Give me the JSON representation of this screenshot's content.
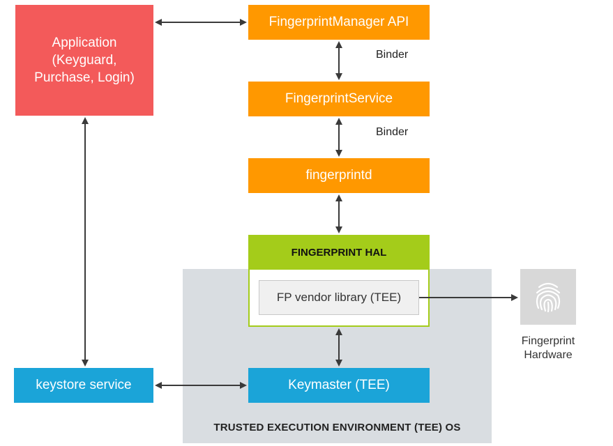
{
  "application": {
    "line1": "Application",
    "line2": "(Keyguard,",
    "line3": "Purchase, Login)"
  },
  "fingerprint_manager_api": "FingerprintManager API",
  "fingerprint_service": "FingerprintService",
  "fingerprintd": "fingerprintd",
  "binder_1": "Binder",
  "binder_2": "Binder",
  "fingerprint_hal": "FINGERPRINT HAL",
  "fp_vendor_library": "FP vendor library (TEE)",
  "keystore_service": "keystore service",
  "keymaster": "Keymaster (TEE)",
  "tee_os_label": "TRUSTED EXECUTION ENVIRONMENT (TEE) OS",
  "fingerprint_hardware": {
    "line1": "Fingerprint",
    "line2": "Hardware"
  },
  "colors": {
    "application": "#f35a5a",
    "orange": "#ff9800",
    "blue": "#1ba4d8",
    "hal_green": "#a4cc1a",
    "tee_gray": "#d9dde1"
  },
  "icons": {
    "fingerprint_hardware": "fingerprint-icon"
  }
}
